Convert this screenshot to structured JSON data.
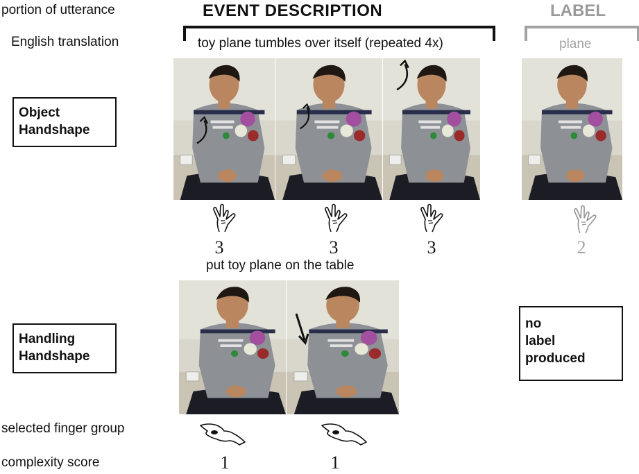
{
  "row_labels": {
    "portion": "portion of utterance",
    "translation": "English translation",
    "finger_group": "selected finger group",
    "complexity": "complexity score"
  },
  "headers": {
    "event": "EVENT DESCRIPTION",
    "label": "LABEL"
  },
  "captions": {
    "event_object": "toy plane tumbles over itself (repeated 4x)",
    "label_object": "plane",
    "event_handling": "put toy plane on the table"
  },
  "boxes": {
    "object_line1": "Object",
    "object_line2": "Handshape",
    "handling_line1": "Handling",
    "handling_line2": "Handshape",
    "no_label_line1": "no",
    "no_label_line2": "label",
    "no_label_line3": "produced"
  },
  "scores": {
    "object": [
      "3",
      "3",
      "3"
    ],
    "label": "2",
    "handling": [
      "1",
      "1"
    ]
  },
  "colors": {
    "label_gray": "#a3a3a3",
    "shirt": "#8d9196",
    "pants": "#1c1d24",
    "skin": "#b98660",
    "hair": "#1e1712",
    "wall": "#d9d7cc"
  },
  "icons": [
    "handshape-index-pinky-icon",
    "handshape-y-icon",
    "handshape-pinch-icon",
    "motion-arc-arrow-icon",
    "down-arrow-icon"
  ]
}
